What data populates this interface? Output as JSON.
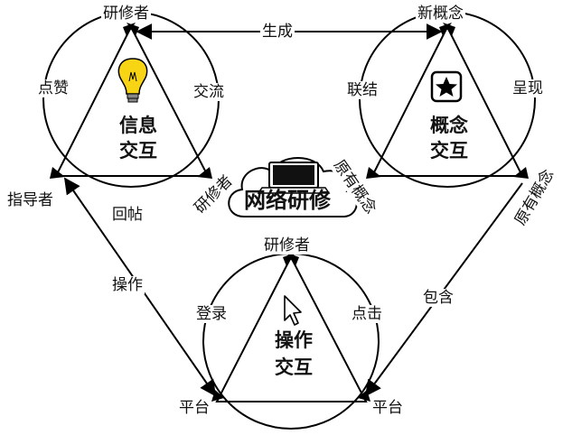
{
  "top_left": {
    "top_vertex": "研修者",
    "left_vertex": "指导者",
    "right_vertex": "研修者",
    "edge_left": "点赞",
    "edge_right": "交流",
    "edge_bottom": "回帖",
    "center_line1": "信息",
    "center_line2": "交互",
    "icon": "lightbulb-icon"
  },
  "top_right": {
    "top_vertex": "新概念",
    "left_vertex": "原有概念",
    "right_vertex": "原有概念",
    "edge_left": "联结",
    "edge_right": "呈现",
    "center_line1": "概念",
    "center_line2": "交互",
    "icon": "star-icon"
  },
  "bottom": {
    "top_vertex": "研修者",
    "left_vertex": "平台",
    "right_vertex": "平台",
    "edge_left": "登录",
    "edge_right": "点击",
    "center_line1": "操作",
    "center_line2": "交互",
    "icon": "cursor-icon"
  },
  "connectors": {
    "top": "生成",
    "left": "操作",
    "right": "包含"
  },
  "center": {
    "label": "网络研修",
    "icon": "laptop-icon"
  }
}
